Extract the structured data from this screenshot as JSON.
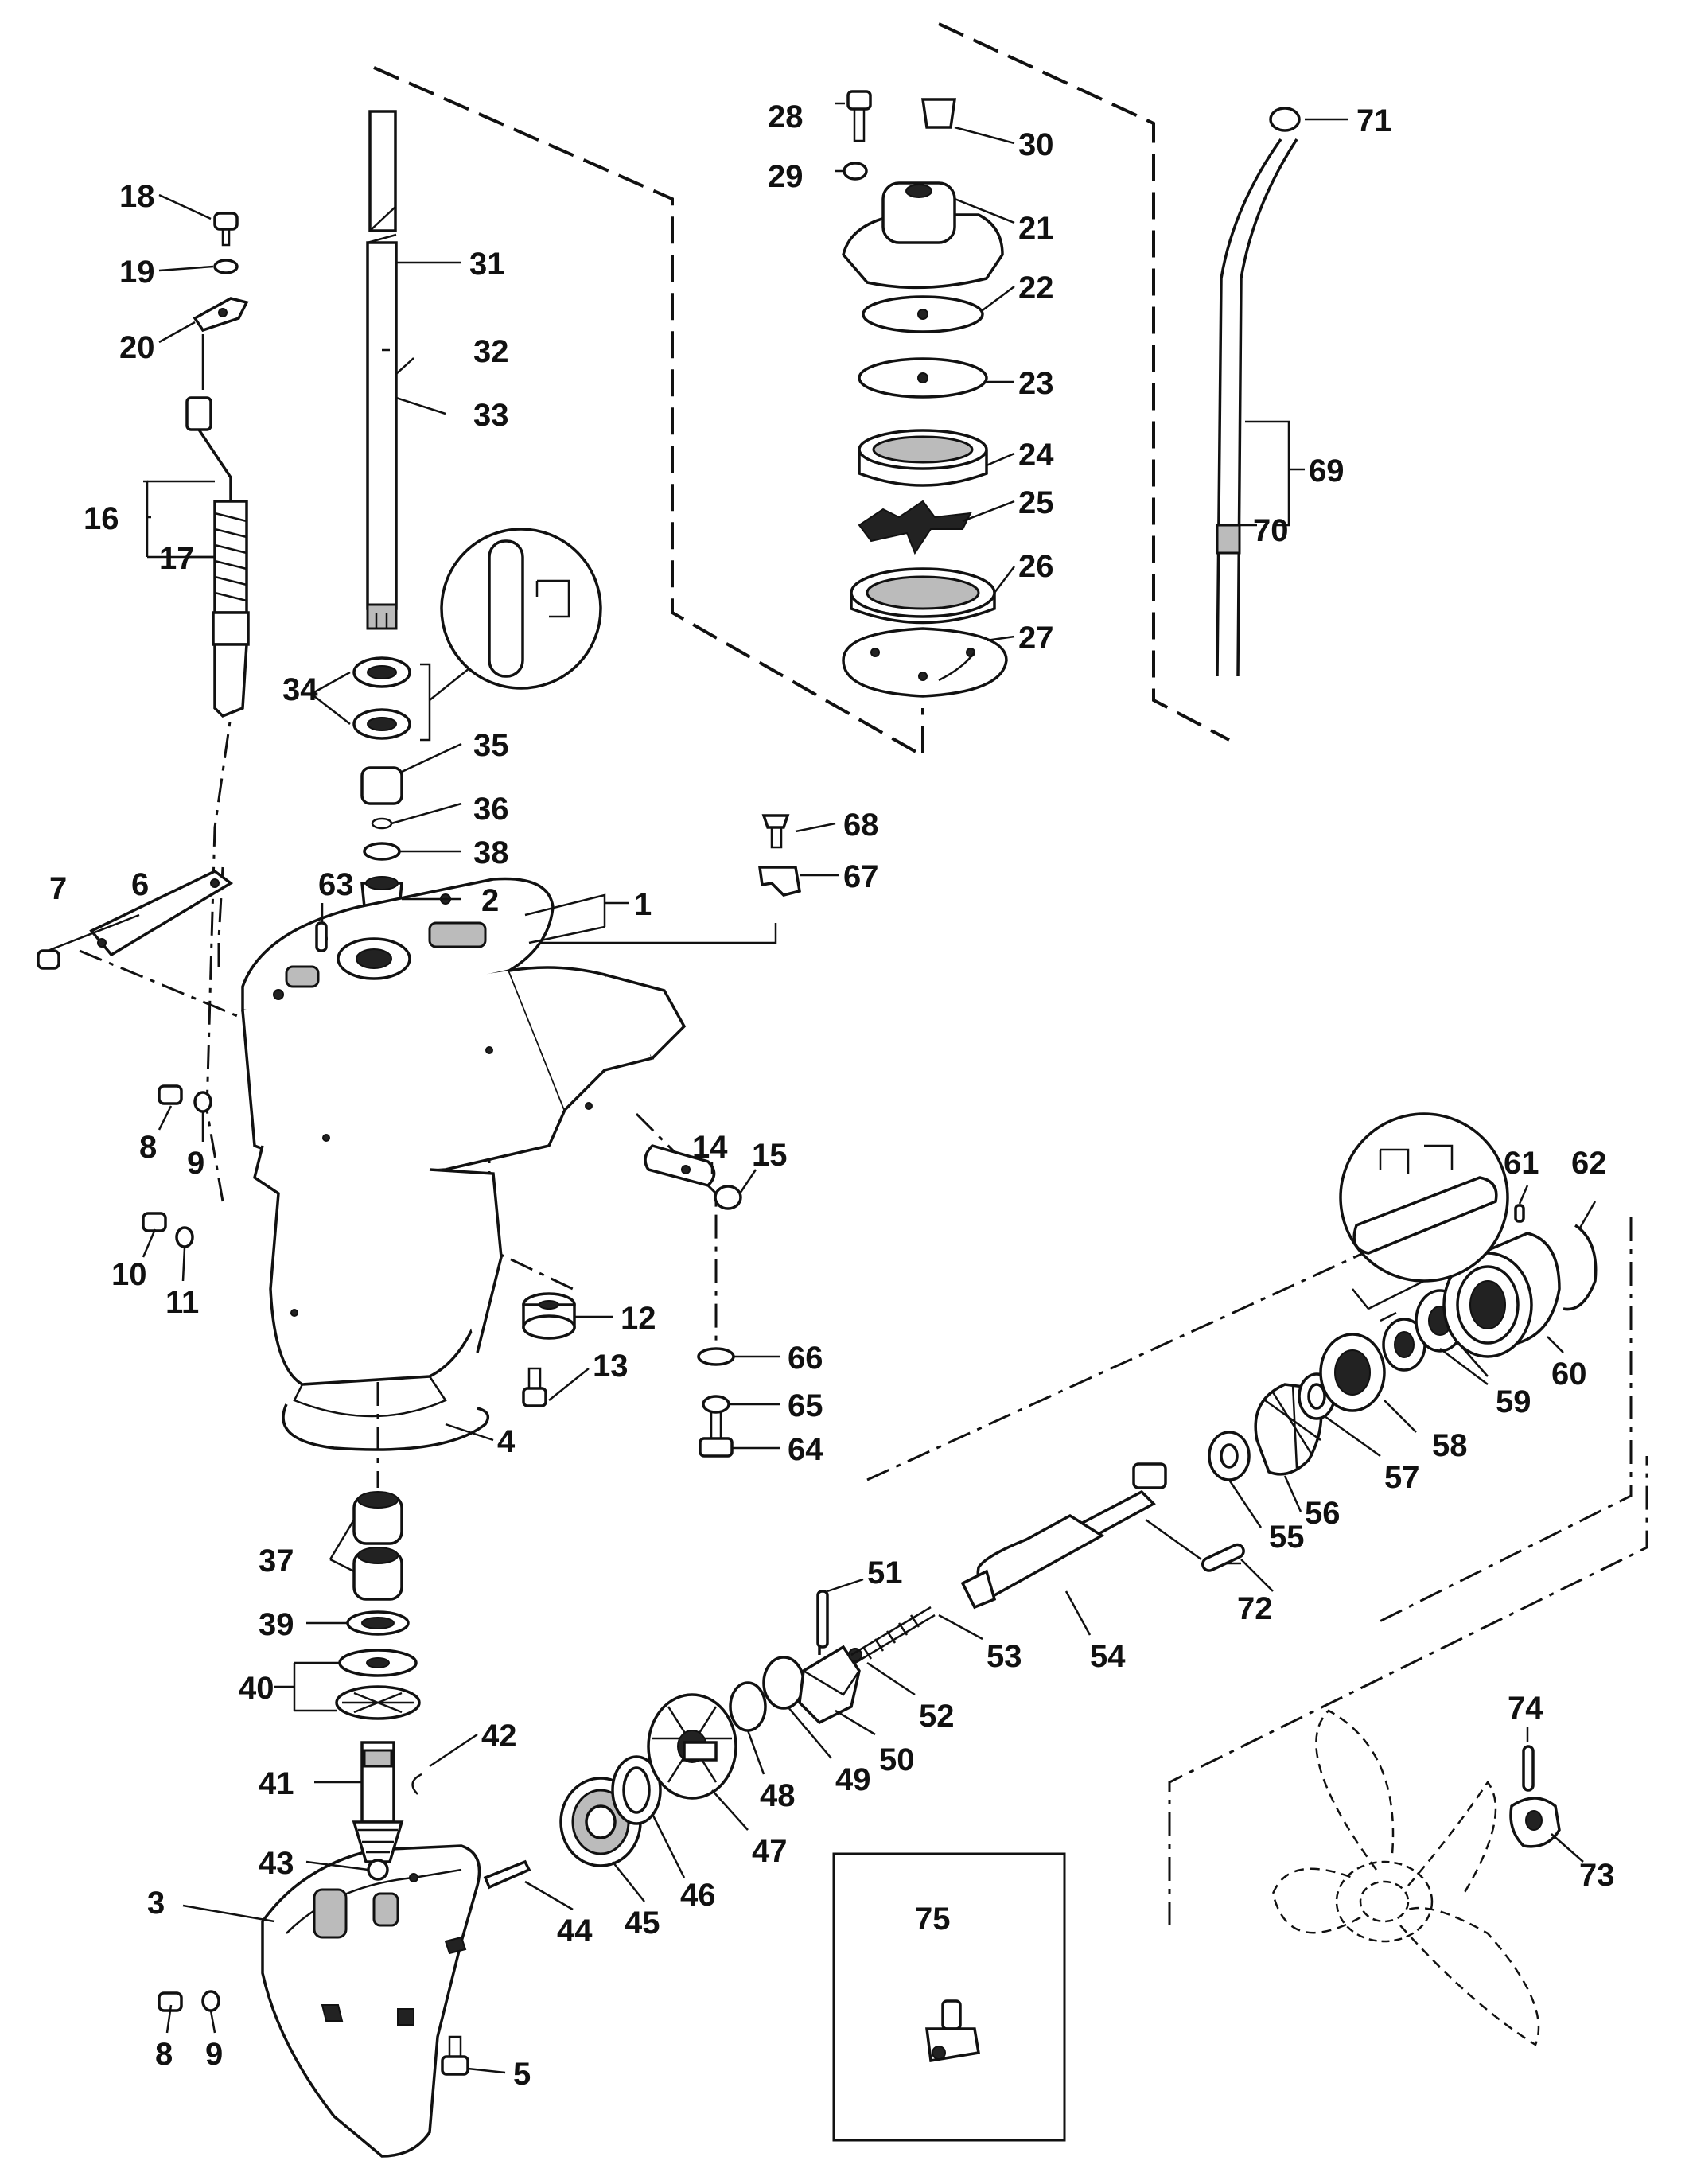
{
  "callouts": [
    {
      "id": "1",
      "label": "1"
    },
    {
      "id": "2",
      "label": "2"
    },
    {
      "id": "3",
      "label": "3"
    },
    {
      "id": "4",
      "label": "4"
    },
    {
      "id": "5",
      "label": "5"
    },
    {
      "id": "6",
      "label": "6"
    },
    {
      "id": "7",
      "label": "7"
    },
    {
      "id": "8a",
      "label": "8"
    },
    {
      "id": "8b",
      "label": "8"
    },
    {
      "id": "9a",
      "label": "9"
    },
    {
      "id": "9b",
      "label": "9"
    },
    {
      "id": "10",
      "label": "10"
    },
    {
      "id": "11",
      "label": "11"
    },
    {
      "id": "12",
      "label": "12"
    },
    {
      "id": "13",
      "label": "13"
    },
    {
      "id": "14",
      "label": "14"
    },
    {
      "id": "15",
      "label": "15"
    },
    {
      "id": "16",
      "label": "16"
    },
    {
      "id": "17",
      "label": "17"
    },
    {
      "id": "18",
      "label": "18"
    },
    {
      "id": "19",
      "label": "19"
    },
    {
      "id": "20",
      "label": "20"
    },
    {
      "id": "21",
      "label": "21"
    },
    {
      "id": "22",
      "label": "22"
    },
    {
      "id": "23",
      "label": "23"
    },
    {
      "id": "24",
      "label": "24"
    },
    {
      "id": "25",
      "label": "25"
    },
    {
      "id": "26",
      "label": "26"
    },
    {
      "id": "27",
      "label": "27"
    },
    {
      "id": "28",
      "label": "28"
    },
    {
      "id": "29",
      "label": "29"
    },
    {
      "id": "30",
      "label": "30"
    },
    {
      "id": "31",
      "label": "31"
    },
    {
      "id": "32",
      "label": "32"
    },
    {
      "id": "33",
      "label": "33"
    },
    {
      "id": "34",
      "label": "34"
    },
    {
      "id": "35",
      "label": "35"
    },
    {
      "id": "36",
      "label": "36"
    },
    {
      "id": "37",
      "label": "37"
    },
    {
      "id": "38",
      "label": "38"
    },
    {
      "id": "39",
      "label": "39"
    },
    {
      "id": "40",
      "label": "40"
    },
    {
      "id": "41",
      "label": "41"
    },
    {
      "id": "42",
      "label": "42"
    },
    {
      "id": "43",
      "label": "43"
    },
    {
      "id": "44",
      "label": "44"
    },
    {
      "id": "45",
      "label": "45"
    },
    {
      "id": "46",
      "label": "46"
    },
    {
      "id": "47",
      "label": "47"
    },
    {
      "id": "48",
      "label": "48"
    },
    {
      "id": "49",
      "label": "49"
    },
    {
      "id": "50",
      "label": "50"
    },
    {
      "id": "51",
      "label": "51"
    },
    {
      "id": "52",
      "label": "52"
    },
    {
      "id": "53",
      "label": "53"
    },
    {
      "id": "54",
      "label": "54"
    },
    {
      "id": "55",
      "label": "55"
    },
    {
      "id": "56",
      "label": "56"
    },
    {
      "id": "57",
      "label": "57"
    },
    {
      "id": "58",
      "label": "58"
    },
    {
      "id": "59",
      "label": "59"
    },
    {
      "id": "60",
      "label": "60"
    },
    {
      "id": "61",
      "label": "61"
    },
    {
      "id": "62",
      "label": "62"
    },
    {
      "id": "63",
      "label": "63"
    },
    {
      "id": "64",
      "label": "64"
    },
    {
      "id": "65",
      "label": "65"
    },
    {
      "id": "66",
      "label": "66"
    },
    {
      "id": "67",
      "label": "67"
    },
    {
      "id": "68",
      "label": "68"
    },
    {
      "id": "69",
      "label": "69"
    },
    {
      "id": "70",
      "label": "70"
    },
    {
      "id": "71",
      "label": "71"
    },
    {
      "id": "72",
      "label": "72"
    },
    {
      "id": "73",
      "label": "73"
    },
    {
      "id": "74",
      "label": "74"
    },
    {
      "id": "75",
      "label": "75"
    }
  ]
}
